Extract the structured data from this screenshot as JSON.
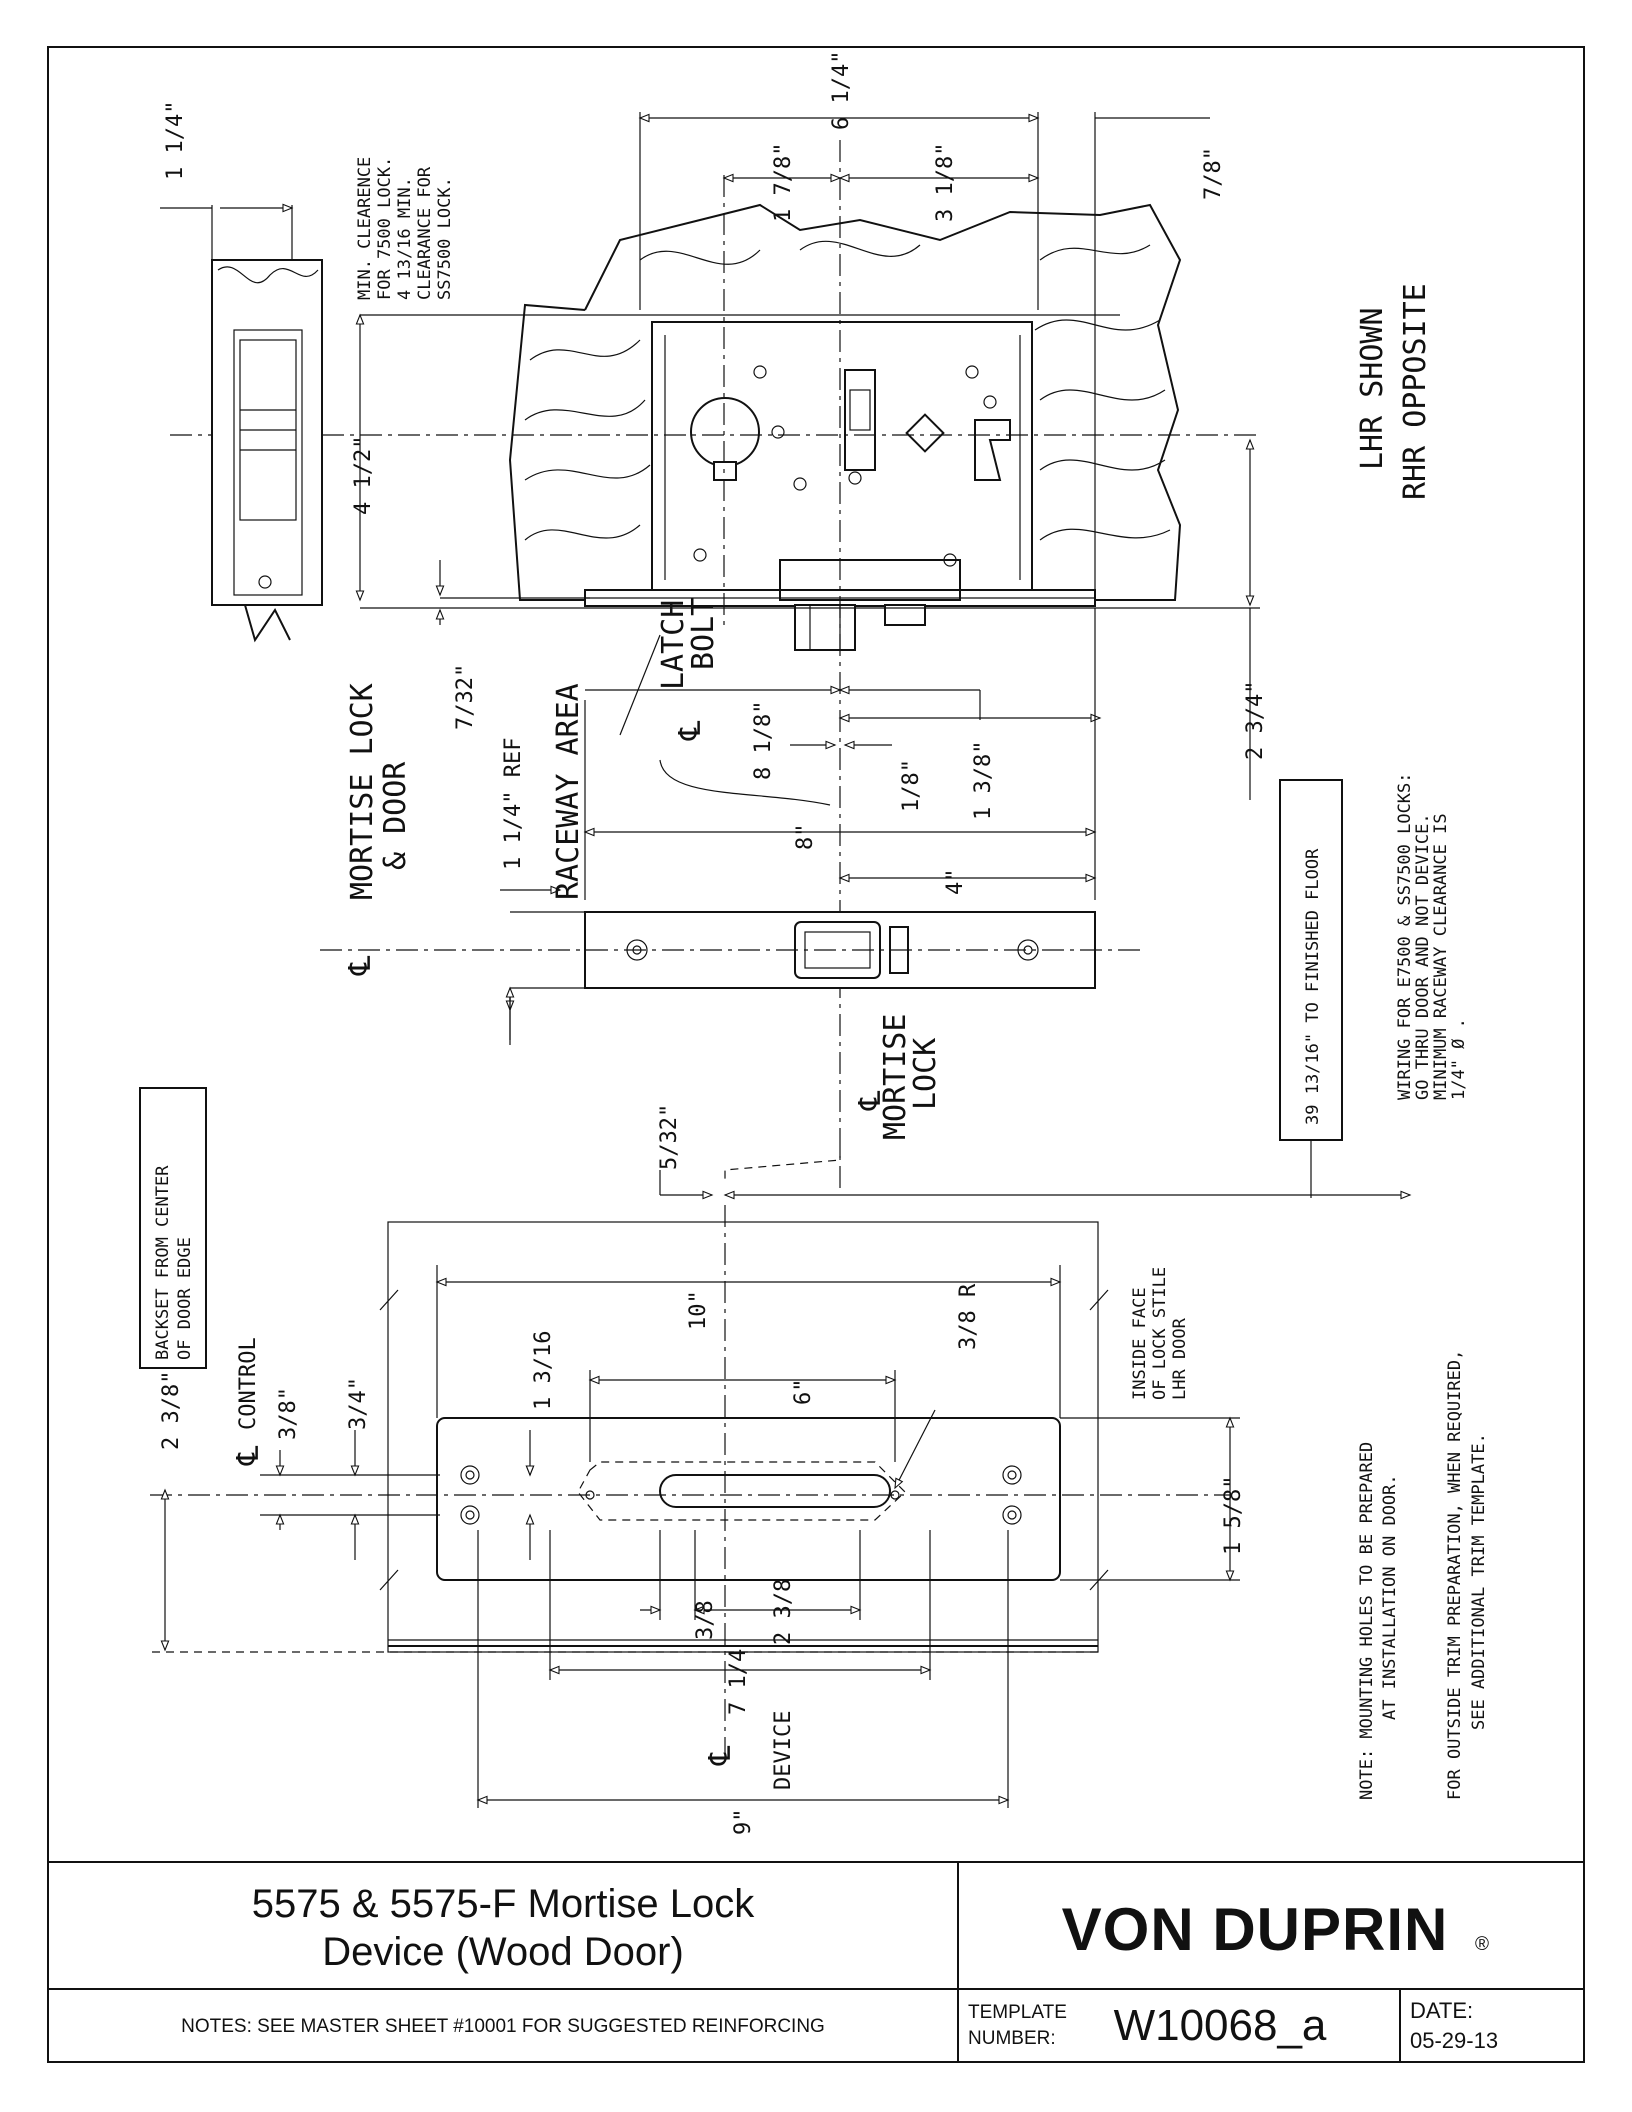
{
  "drawing": {
    "dims": {
      "d_1_1_4": "1 1/4\"",
      "d_6_1_4": "6 1/4\"",
      "d_1_7_8": "1 7/8\"",
      "d_3_1_8": "3 1/8\"",
      "d_7_8": "7/8\"",
      "d_4_1_2": "4 1/2\"",
      "d_7_32": "7/32\"",
      "d_1_1_4_ref": "1 1/4\" REF",
      "d_2_3_4": "2 3/4\"",
      "d_8_1_8": "8 1/8\"",
      "d_1_3_8": "1 3/8\"",
      "d_1_8": "1/8\"",
      "d_8": "8\"",
      "d_4": "4\"",
      "d_5_32": "5/32\"",
      "d_10": "10\"",
      "d_6": "6\"",
      "d_3_8_r": "3/8 R",
      "d_1_3_16": "1 3/16",
      "d_2_3_8_control": "2 3/8\"",
      "d_3_8": "3/8\"",
      "d_3_4": "3/4\"",
      "d_1_5_8": "1 5/8\"",
      "d_3_8_slot": "3/8",
      "d_2_3_8_slot": "2 3/8",
      "d_7_1_4": "7 1/4",
      "d_9": "9\"",
      "d_39": "39 13/16\" TO FINISHED FLOOR"
    },
    "labels": {
      "clearance_1": "MIN. CLEARENCE",
      "clearance_2": "FOR 7500 LOCK.",
      "clearance_3": "4 13/16 MIN.",
      "clearance_4": "CLEARANCE FOR",
      "clearance_5": "SS7500 LOCK.",
      "lhr_1": "LHR SHOWN",
      "lhr_2": "RHR OPPOSITE",
      "latch_1": "LATCH",
      "latch_2": "BOLT",
      "raceway": "RACEWAY AREA",
      "mortise_door_1": "MORTISE LOCK",
      "mortise_door_2": "& DOOR",
      "mortise_lock_1": "MORTISE",
      "mortise_lock_2": "LOCK",
      "wiring_1": "WIRING FOR E7500 & SS7500 LOCKS:",
      "wiring_2": "GO THRU DOOR AND NOT DEVICE.",
      "wiring_3": "MINIMUM RACEWAY CLEARANCE IS",
      "wiring_4": "1/4\" Ø .",
      "backset_1": "BACKSET FROM CENTER",
      "backset_2": "OF DOOR EDGE",
      "control": "CONTROL",
      "inside_1": "INSIDE FACE",
      "inside_2": "OF LOCK STILE",
      "inside_3": "LHR DOOR",
      "device": "DEVICE",
      "note_1": "NOTE: MOUNTING HOLES TO BE PREPARED",
      "note_2": "AT INSTALLATION ON DOOR.",
      "trim_1": "FOR OUTSIDE TRIM PREPARATION, WHEN REQUIRED,",
      "trim_2": "SEE ADDITIONAL TRIM TEMPLATE."
    }
  },
  "title_block": {
    "title_line1": "5575 & 5575-F Mortise Lock",
    "title_line2": "Device (Wood Door)",
    "brand": "VON DUPRIN",
    "brand_mark": "®",
    "notes": "NOTES: SEE MASTER SHEET #10001 FOR SUGGESTED REINFORCING",
    "template_label_1": "TEMPLATE",
    "template_label_2": "NUMBER:",
    "template_number": "W10068_a",
    "date_label": "DATE:",
    "date_value": "05-29-13"
  }
}
